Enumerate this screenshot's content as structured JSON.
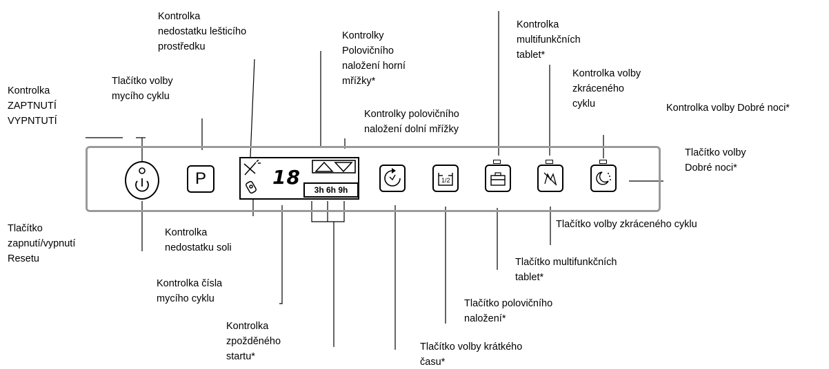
{
  "panel": {
    "program_button": "P",
    "cycle_number": "18",
    "delay_times": "3h 6h 9h",
    "half_load_button": "1/2"
  },
  "labels": {
    "power_indicator": [
      "Kontrolka",
      "ZAPTNUTÍ",
      "VYPNTUTÍ"
    ],
    "program_select_button": [
      "Tlačítko volby",
      "mycího cyklu"
    ],
    "rinse_aid_indicator": [
      "Kontrolka",
      "nedostatku lešticího",
      "prostředku"
    ],
    "half_load_upper_indicator": [
      "Kontrolky",
      "Polovičního",
      "naložení horní",
      "mřížky*"
    ],
    "half_load_lower_indicator": [
      "Kontrolky polovičního",
      "naložení dolní mřížky"
    ],
    "multitab_indicator": [
      "Kontrolka",
      "multifunkčních",
      "tablet*"
    ],
    "short_cycle_indicator": [
      "Kontrolka volby",
      "zkráceného",
      "cyklu"
    ],
    "night_indicator": [
      "Kontrolka volby Dobré noci*"
    ],
    "night_button": [
      "Tlačítko volby",
      "Dobré noci*"
    ],
    "short_cycle_button": [
      "Tlačítko volby zkráceného cyklu"
    ],
    "multitab_button": [
      "Tlačítko multifunkčních",
      "tablet*"
    ],
    "half_load_button": [
      "Tlačítko polovičního",
      "naložení*"
    ],
    "short_time_button": [
      "Tlačítko volby krátkého",
      "času*"
    ],
    "delayed_start_indicator": [
      "Kontrolka",
      "zpožděného",
      "startu*"
    ],
    "cycle_number_indicator": [
      "Kontrolka čísla",
      "mycího cyklu"
    ],
    "salt_indicator": [
      "Kontrolka",
      "nedostatku soli"
    ],
    "power_reset_button": [
      "Tlačítko",
      "zapnutí/vypnutí",
      "Resetu"
    ]
  }
}
